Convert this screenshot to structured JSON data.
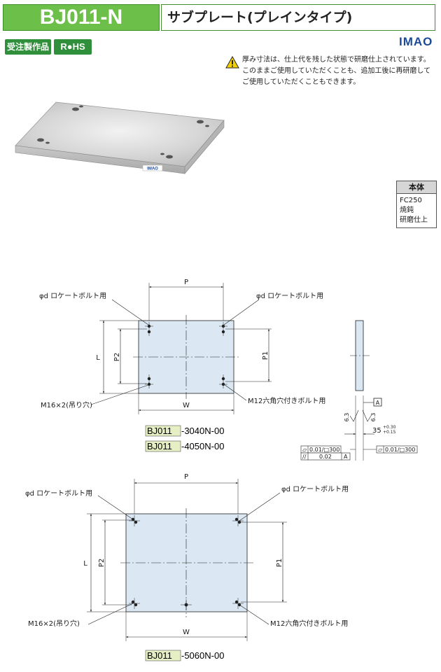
{
  "header": {
    "code": "BJ011-N",
    "title": "サブプレート(プレインタイプ)"
  },
  "badges": {
    "order": "受注製作品",
    "rohs": "R●HS"
  },
  "brand": "IMAO",
  "note": {
    "icon": "warning-icon",
    "text": "厚み寸法は、仕上代を残した状態で研磨仕上されています。このままご使用していただくことも、追加工後に再研磨してご使用していただくこともできます。"
  },
  "photo": {
    "logo": "IMAO"
  },
  "material": {
    "header": "本体",
    "lines": [
      "FC250",
      "焼鈍",
      "研磨仕上"
    ]
  },
  "drawing1": {
    "dim_p": "P",
    "dim_l": "L",
    "dim_p2": "P2",
    "dim_p1": "P1",
    "dim_w": "W",
    "callout_locate_left": "φd ロケートボルト用",
    "callout_locate_right": "φd ロケートボルト用",
    "callout_lift": "M16×2(吊り穴)",
    "callout_bolt": "M12六角穴付きボルト用",
    "models": [
      {
        "prefix": "BJ011",
        "suffix": "-3040N-00"
      },
      {
        "prefix": "BJ011",
        "suffix": "-4050N-00"
      }
    ]
  },
  "side_view": {
    "datum": "A",
    "finish1": "6.3",
    "finish2": "6.3",
    "thickness": "35",
    "tol_plus": "+0.30",
    "tol_minus": "+0.15",
    "flat1_sym": "▱",
    "flat1_val": "0.01/□300",
    "flat2_sym": "▱",
    "flat2_val": "0.01/□300",
    "par_sym": "//",
    "par_val": "0.02",
    "par_datum": "A"
  },
  "drawing2": {
    "dim_p": "P",
    "dim_l": "L",
    "dim_p2": "P2",
    "dim_p1": "P1",
    "dim_w": "W",
    "callout_locate_left": "φd ロケートボルト用",
    "callout_locate_right": "φd ロケートボルト用",
    "callout_lift": "M16×2(吊り穴)",
    "callout_bolt": "M12六角穴付きボルト用",
    "models": [
      {
        "prefix": "BJ011",
        "suffix": "-5060N-00"
      }
    ]
  },
  "colors": {
    "green": "#6cc04a",
    "dark_green": "#2f8f3a",
    "plate_fill": "#dbe8f3",
    "model_highlight": "#e6efc4",
    "brand_blue": "#1b4a9a"
  }
}
